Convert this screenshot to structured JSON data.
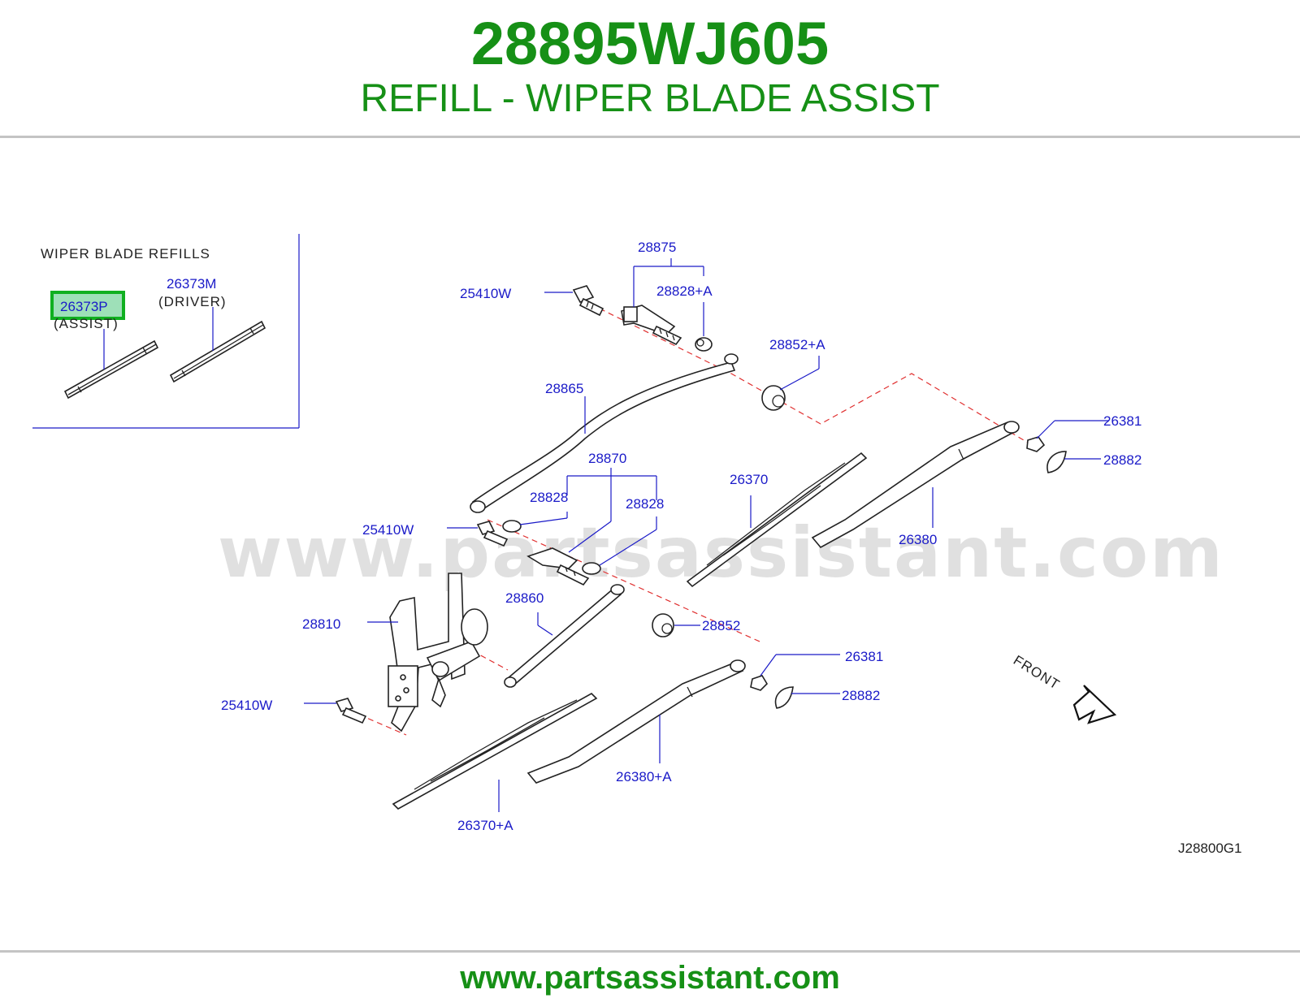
{
  "header": {
    "part_number": "28895WJ605",
    "part_name": "REFILL - WIPER BLADE ASSIST"
  },
  "inset": {
    "title": "WIPER   BLADE   REFILLS",
    "assist_part": "26373P",
    "assist_label": "(ASSIST)",
    "driver_part": "26373M",
    "driver_label": "(DRIVER)"
  },
  "callouts": {
    "c28875": "28875",
    "c25410w_top": "25410W",
    "c28828a": "28828+A",
    "c28852a": "28852+A",
    "c28865": "28865",
    "c26381_top": "26381",
    "c28882_top": "28882",
    "c28870": "28870",
    "c28828_left": "28828",
    "c28828_right": "28828",
    "c26370": "26370",
    "c25410w_mid": "25410W",
    "c26380": "26380",
    "c28860": "28860",
    "c28810": "28810",
    "c28852": "28852",
    "c26381_bottom": "26381",
    "c28882_bottom": "28882",
    "c25410w_bottom": "25410W",
    "c26380a": "26380+A",
    "c26370a": "26370+A"
  },
  "front_label": "FRONT",
  "diagram_code": "J28800G1",
  "watermark": "www.partsassistant.com",
  "footer": {
    "url": "www.partsassistant.com"
  },
  "colors": {
    "brand_green": "#169016",
    "callout_blue": "#1a1ac8",
    "axis_red": "#e03030",
    "highlight_green": "#10b020"
  }
}
